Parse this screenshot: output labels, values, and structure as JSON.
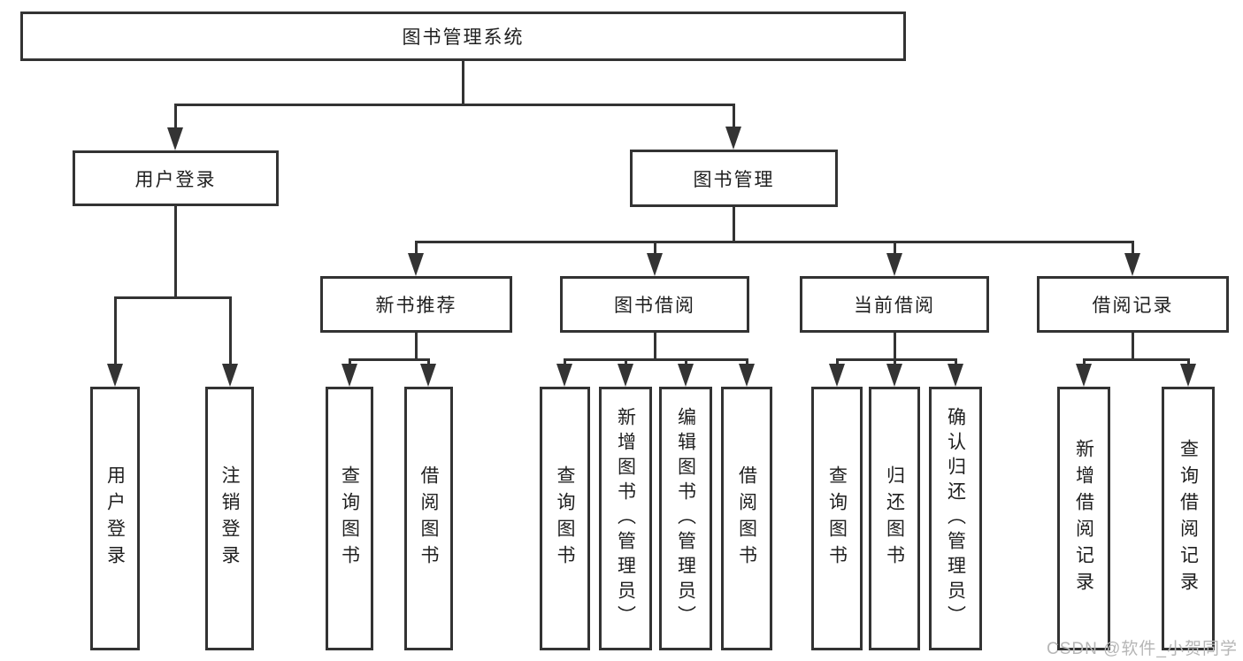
{
  "diagram": {
    "title": "图书管理系统",
    "root": {
      "label": "图书管理系统"
    },
    "level2": [
      {
        "label": "用户登录"
      },
      {
        "label": "图书管理"
      }
    ],
    "level3": [
      {
        "label": "新书推荐"
      },
      {
        "label": "图书借阅"
      },
      {
        "label": "当前借阅"
      },
      {
        "label": "借阅记录"
      }
    ],
    "leaves": {
      "user_login": [
        {
          "label": "用户登录"
        },
        {
          "label": "注销登录"
        }
      ],
      "new_books": [
        {
          "label": "查询图书"
        },
        {
          "label": "借阅图书"
        }
      ],
      "book_borrow": [
        {
          "label": "查询图书"
        },
        {
          "label": "新增图书（管理员）"
        },
        {
          "label": "编辑图书（管理员）"
        },
        {
          "label": "借阅图书"
        }
      ],
      "current_borrow": [
        {
          "label": "查询图书"
        },
        {
          "label": "归还图书"
        },
        {
          "label": "确认归还（管理员）"
        }
      ],
      "borrow_records": [
        {
          "label": "新增借阅记录"
        },
        {
          "label": "查询借阅记录"
        }
      ]
    },
    "colors": {
      "line": "#333333",
      "box_border": "#333333",
      "background": "#ffffff",
      "text": "#1f1f1f",
      "watermark": "#b6b6b6"
    }
  },
  "watermark": {
    "text": "CSDN @软件_小贺同学"
  }
}
